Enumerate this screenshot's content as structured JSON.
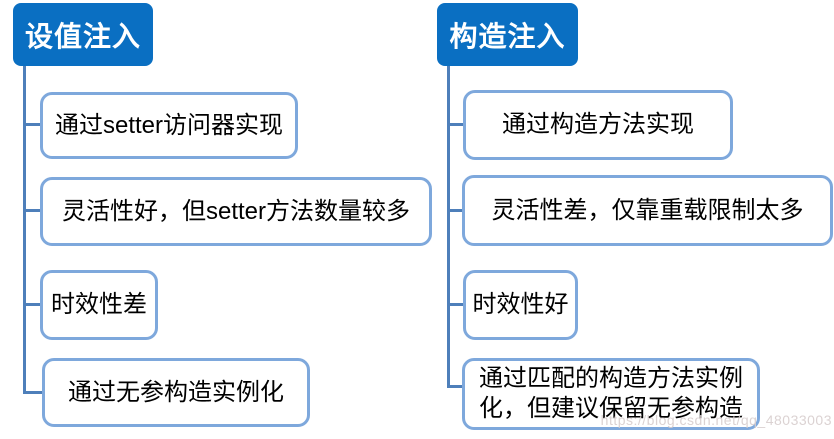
{
  "colors": {
    "header_bg": "#0a6fc2",
    "header_text": "#ffffff",
    "box_border": "#7ea8dc",
    "connector": "#4e7fba",
    "box_text": "#000000",
    "watermark": "#d8cece"
  },
  "columns": [
    {
      "header": "设值注入",
      "items": [
        "通过setter访问器实现",
        "灵活性好，但setter方法数量较多",
        "时效性差",
        "通过无参构造实例化"
      ]
    },
    {
      "header": "构造注入",
      "items": [
        "通过构造方法实现",
        "灵活性差，仅靠重载限制太多",
        "时效性好",
        "通过匹配的构造方法实例\n化，但建议保留无参构造"
      ]
    }
  ],
  "watermark": "https://blog.csdn.net/qq_48033003"
}
